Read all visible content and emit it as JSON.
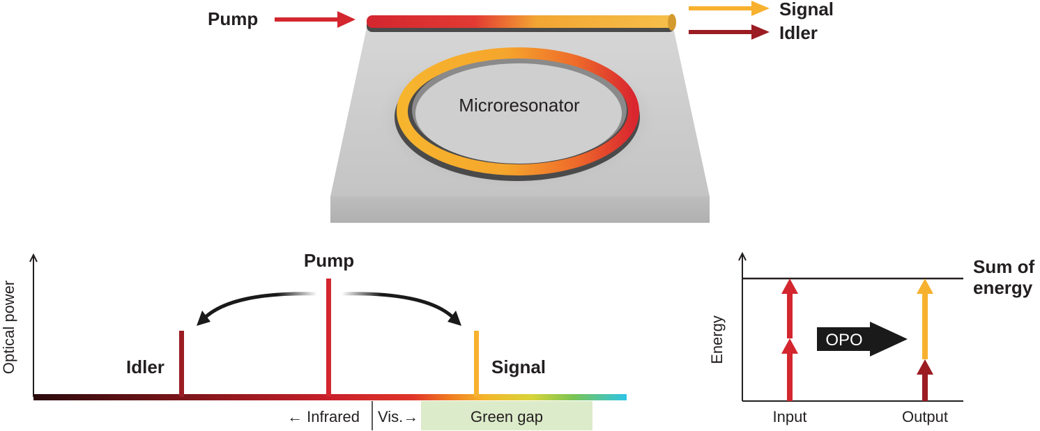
{
  "device": {
    "pump_label": "Pump",
    "signal_label": "Signal",
    "idler_label": "Idler",
    "resonator_label": "Microresonator"
  },
  "spectrum": {
    "y_axis_label": "Optical power",
    "pump_label": "Pump",
    "idler_label": "Idler",
    "signal_label": "Signal",
    "infrared_label": "← Infrared",
    "visible_label": "Vis.→",
    "green_gap_label": "Green gap"
  },
  "energy": {
    "y_axis_label": "Energy",
    "sum_label_line1": "Sum of",
    "sum_label_line2": "energy",
    "opo_label": "OPO",
    "input_label": "Input",
    "output_label": "Output"
  },
  "colors": {
    "pump": "#d3262f",
    "signal": "#f8b12f",
    "idler": "#9b1c23",
    "green_gap_fill": "#dcebc9",
    "chip": "#c9c9c9",
    "text": "#231f20"
  }
}
